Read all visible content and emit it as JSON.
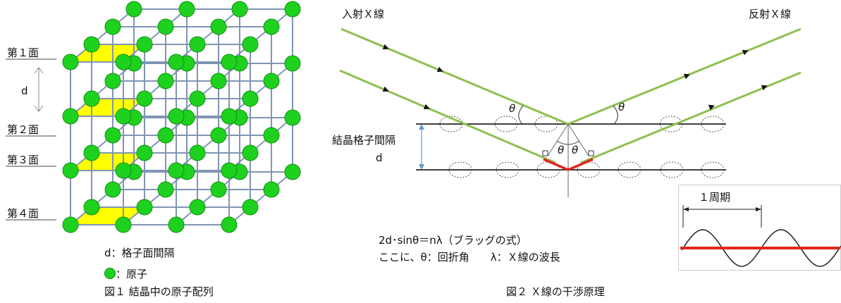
{
  "figure1": {
    "planes": [
      "第１面",
      "第２面",
      "第３面",
      "第４面"
    ],
    "spacing_symbol": "d",
    "legend_spacing": "d：格子面間隔",
    "legend_atom": "：原子",
    "caption": "図１ 結晶中の原子配列"
  },
  "figure2": {
    "incident": "入射Ｘ線",
    "reflected": "反射Ｘ線",
    "lattice_label": "結晶格子間隔",
    "spacing_symbol": "d",
    "theta": "θ",
    "formula": "2d･sinθ＝nλ（ブラッグの式）",
    "definition": "ここに、θ：回折角　　λ：Ｘ線の波長",
    "caption": "図２ Ｘ線の干渉原理"
  },
  "inset": {
    "period_label": "１周期"
  },
  "colors": {
    "atom": "#1fd11f",
    "plane": "#ffff00",
    "ray": "#8fbf4f",
    "path_difference": "#e0281e",
    "arrow": "#5b9bd5"
  }
}
